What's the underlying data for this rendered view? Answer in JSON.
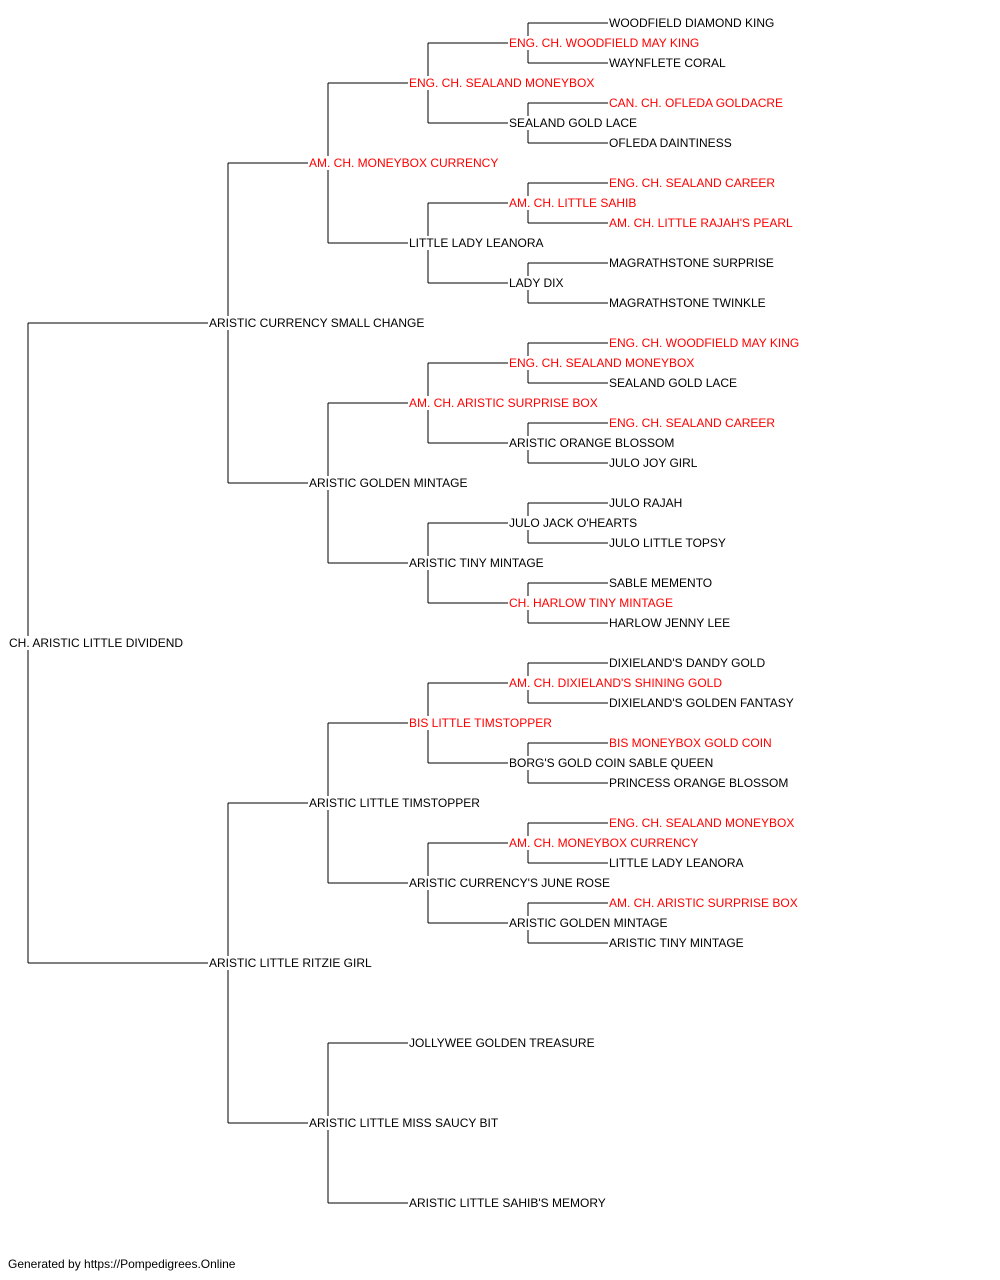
{
  "pedigree": {
    "name": "CH. ARISTIC LITTLE DIVIDEND",
    "titled": false,
    "sire": {
      "name": "ARISTIC CURRENCY SMALL CHANGE",
      "titled": false,
      "sire": {
        "name": "AM. CH. MONEYBOX CURRENCY",
        "titled": true,
        "sire": {
          "name": "ENG. CH. SEALAND MONEYBOX",
          "titled": true,
          "sire": {
            "name": "ENG. CH. WOODFIELD MAY KING",
            "titled": true,
            "sire": {
              "name": "WOODFIELD DIAMOND KING",
              "titled": false
            },
            "dam": {
              "name": "WAYNFLETE CORAL",
              "titled": false
            }
          },
          "dam": {
            "name": "SEALAND GOLD LACE",
            "titled": false,
            "sire": {
              "name": "CAN. CH. OFLEDA GOLDACRE",
              "titled": true
            },
            "dam": {
              "name": "OFLEDA DAINTINESS",
              "titled": false
            }
          }
        },
        "dam": {
          "name": "LITTLE LADY LEANORA",
          "titled": false,
          "sire": {
            "name": "AM. CH. LITTLE SAHIB",
            "titled": true,
            "sire": {
              "name": "ENG. CH. SEALAND CAREER",
              "titled": true
            },
            "dam": {
              "name": "AM. CH. LITTLE RAJAH'S PEARL",
              "titled": true
            }
          },
          "dam": {
            "name": "LADY DIX",
            "titled": false,
            "sire": {
              "name": "MAGRATHSTONE SURPRISE",
              "titled": false
            },
            "dam": {
              "name": "MAGRATHSTONE TWINKLE",
              "titled": false
            }
          }
        }
      },
      "dam": {
        "name": "ARISTIC GOLDEN MINTAGE",
        "titled": false,
        "sire": {
          "name": "AM. CH. ARISTIC SURPRISE BOX",
          "titled": true,
          "sire": {
            "name": "ENG. CH. SEALAND MONEYBOX",
            "titled": true,
            "sire": {
              "name": "ENG. CH. WOODFIELD MAY KING",
              "titled": true
            },
            "dam": {
              "name": "SEALAND GOLD LACE",
              "titled": false
            }
          },
          "dam": {
            "name": "ARISTIC ORANGE BLOSSOM",
            "titled": false,
            "sire": {
              "name": "ENG. CH. SEALAND CAREER",
              "titled": true
            },
            "dam": {
              "name": "JULO JOY GIRL",
              "titled": false
            }
          }
        },
        "dam": {
          "name": "ARISTIC TINY MINTAGE",
          "titled": false,
          "sire": {
            "name": "JULO JACK O'HEARTS",
            "titled": false,
            "sire": {
              "name": "JULO RAJAH",
              "titled": false
            },
            "dam": {
              "name": "JULO LITTLE TOPSY",
              "titled": false
            }
          },
          "dam": {
            "name": "CH. HARLOW TINY MINTAGE",
            "titled": true,
            "sire": {
              "name": "SABLE MEMENTO",
              "titled": false
            },
            "dam": {
              "name": "HARLOW JENNY LEE",
              "titled": false
            }
          }
        }
      }
    },
    "dam": {
      "name": "ARISTIC LITTLE RITZIE GIRL",
      "titled": false,
      "sire": {
        "name": "ARISTIC LITTLE TIMSTOPPER",
        "titled": false,
        "sire": {
          "name": "BIS LITTLE TIMSTOPPER",
          "titled": true,
          "sire": {
            "name": "AM. CH. DIXIELAND'S SHINING GOLD",
            "titled": true,
            "sire": {
              "name": "DIXIELAND'S DANDY GOLD",
              "titled": false
            },
            "dam": {
              "name": "DIXIELAND'S GOLDEN FANTASY",
              "titled": false
            }
          },
          "dam": {
            "name": "BORG'S GOLD COIN SABLE QUEEN",
            "titled": false,
            "sire": {
              "name": "BIS MONEYBOX GOLD COIN",
              "titled": true
            },
            "dam": {
              "name": "PRINCESS ORANGE BLOSSOM",
              "titled": false
            }
          }
        },
        "dam": {
          "name": "ARISTIC CURRENCY'S JUNE ROSE",
          "titled": false,
          "sire": {
            "name": "AM. CH. MONEYBOX CURRENCY",
            "titled": true,
            "sire": {
              "name": "ENG. CH. SEALAND MONEYBOX",
              "titled": true
            },
            "dam": {
              "name": "LITTLE LADY LEANORA",
              "titled": false
            }
          },
          "dam": {
            "name": "ARISTIC GOLDEN MINTAGE",
            "titled": false,
            "sire": {
              "name": "AM. CH. ARISTIC SURPRISE BOX",
              "titled": true
            },
            "dam": {
              "name": "ARISTIC TINY MINTAGE",
              "titled": false
            }
          }
        }
      },
      "dam": {
        "name": "ARISTIC LITTLE MISS SAUCY BIT",
        "titled": false,
        "sire": {
          "name": "JOLLYWEE GOLDEN TREASURE",
          "titled": false
        },
        "dam": {
          "name": "ARISTIC LITTLE SAHIB'S MEMORY",
          "titled": false
        }
      }
    }
  },
  "colors": {
    "titled": "#ff0000",
    "untitled": "#000000",
    "connector": "#000000"
  },
  "footer": {
    "text": "Generated by https://Pompedigrees.Online"
  }
}
